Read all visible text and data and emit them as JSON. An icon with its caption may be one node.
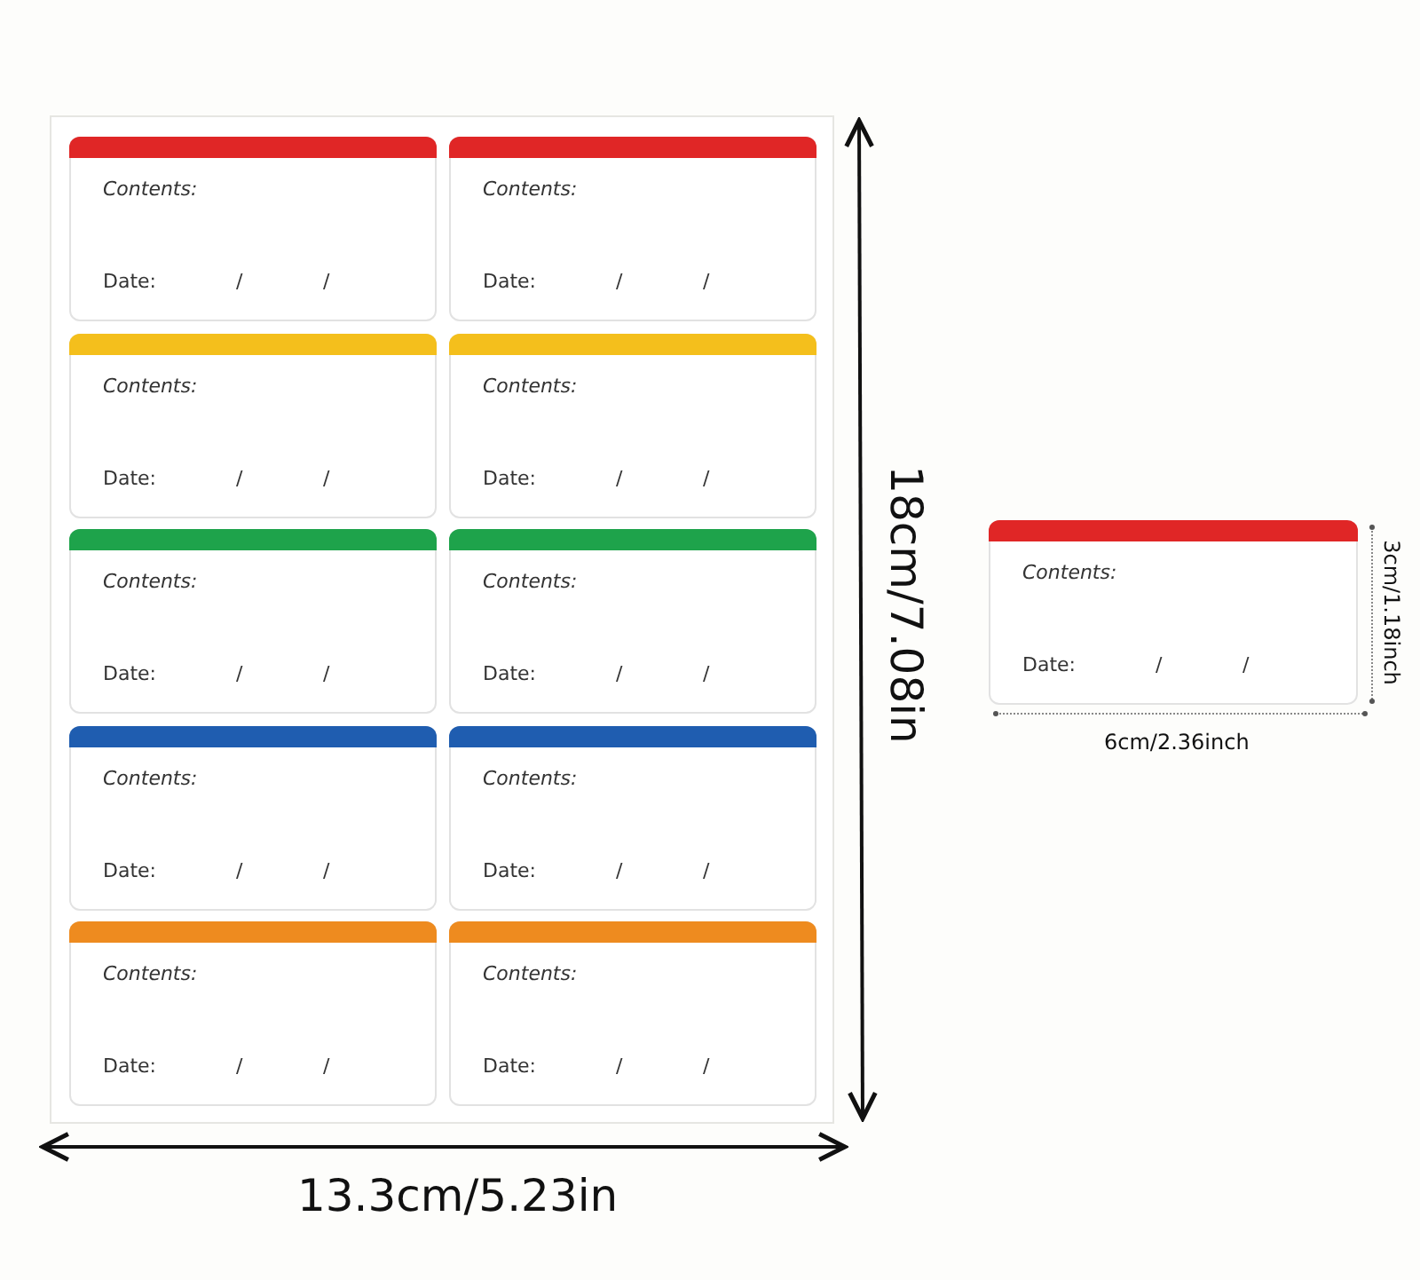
{
  "diagram": {
    "nodes": [
      {
        "text": [],
        "shape": "box"
      },
      {
        "text": [
          "Contents:",
          "Date:",
          "/",
          "/"
        ],
        "in": 0
      },
      {
        "text": [
          "Contents:",
          "Date:",
          "/",
          "/"
        ],
        "in": 0
      },
      {
        "text": [
          "Contents:",
          "Date:",
          "/",
          "/"
        ],
        "in": 0
      },
      {
        "text": [
          "Contents:",
          "Date:",
          "/",
          "/"
        ],
        "in": 0
      },
      {
        "text": [
          "Contents:",
          "Date:",
          "/",
          "/"
        ],
        "in": 0
      },
      {
        "text": [
          "Contents:",
          "Date:",
          "/",
          "/"
        ],
        "in": 0
      },
      {
        "text": [
          "Contents:",
          "Date:",
          "/",
          "/"
        ],
        "in": 0
      },
      {
        "text": [
          "Contents:",
          "Date:",
          "/",
          "/"
        ],
        "in": 0
      },
      {
        "text": [
          "Contents:",
          "Date:",
          "/",
          "/"
        ],
        "in": 0
      },
      {
        "text": [
          "Contents:",
          "Date:",
          "/",
          "/"
        ],
        "in": 0
      },
      {
        "text": [
          "Contents:",
          "Date:",
          "/",
          "/"
        ]
      }
    ],
    "labels": [
      "18cm/7.08in",
      "13.3cm/5.23in",
      "3cm/1.18inch",
      "6cm/2.36inch"
    ]
  }
}
